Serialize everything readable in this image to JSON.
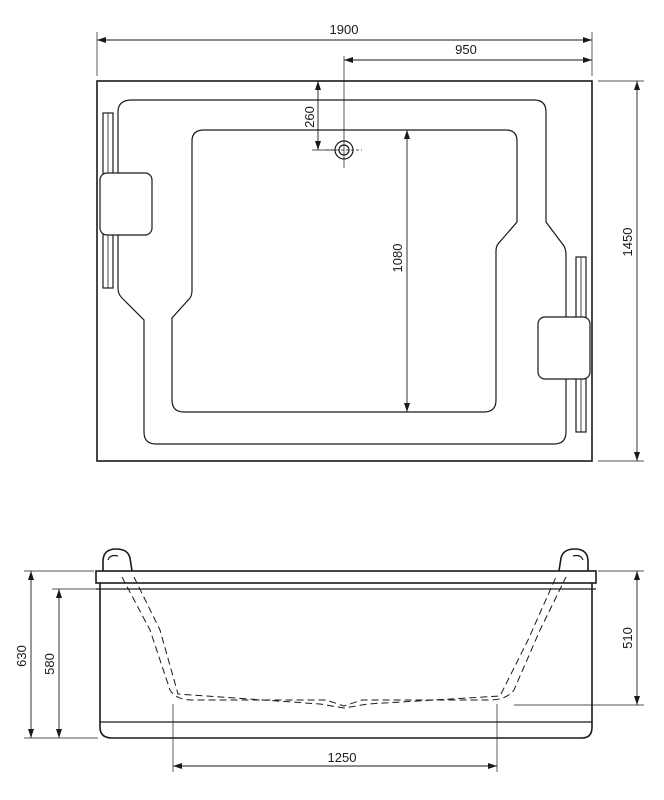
{
  "top_view": {
    "dim_total_width": "1900",
    "dim_half_width": "950",
    "dim_drain_offset": "260",
    "dim_inner_length": "1080",
    "dim_total_depth": "1450"
  },
  "side_view": {
    "dim_total_height": "630",
    "dim_inner_height": "580",
    "dim_basin_depth": "510",
    "dim_bottom_length": "1250"
  }
}
